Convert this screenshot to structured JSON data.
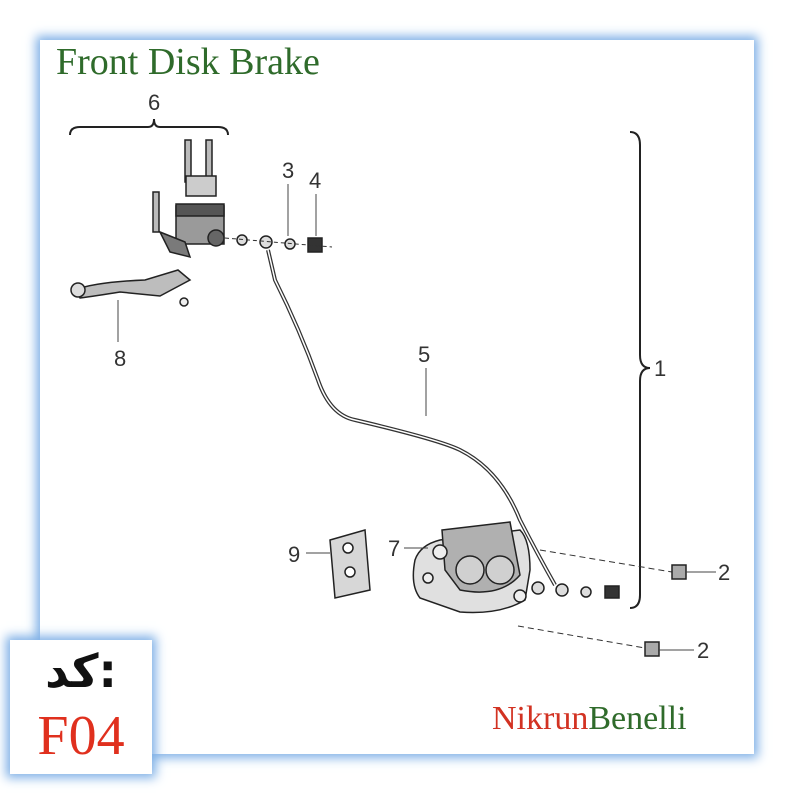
{
  "title": "Front Disk Brake",
  "callouts": {
    "c1": "1",
    "c2a": "2",
    "c2b": "2",
    "c3": "3",
    "c4": "4",
    "c5": "5",
    "c6": "6",
    "c7": "7",
    "c8": "8",
    "c9": "9"
  },
  "brand": {
    "part1": "Nikrun",
    "part2": "Benelli"
  },
  "code": {
    "label": "کد:",
    "value": "F04"
  },
  "colors": {
    "title": "#2f6b2b",
    "brand_red": "#d23222",
    "brand_green": "#2f6b2b",
    "frame_glow": "#7fb0e6",
    "code_value": "#e0301e"
  }
}
